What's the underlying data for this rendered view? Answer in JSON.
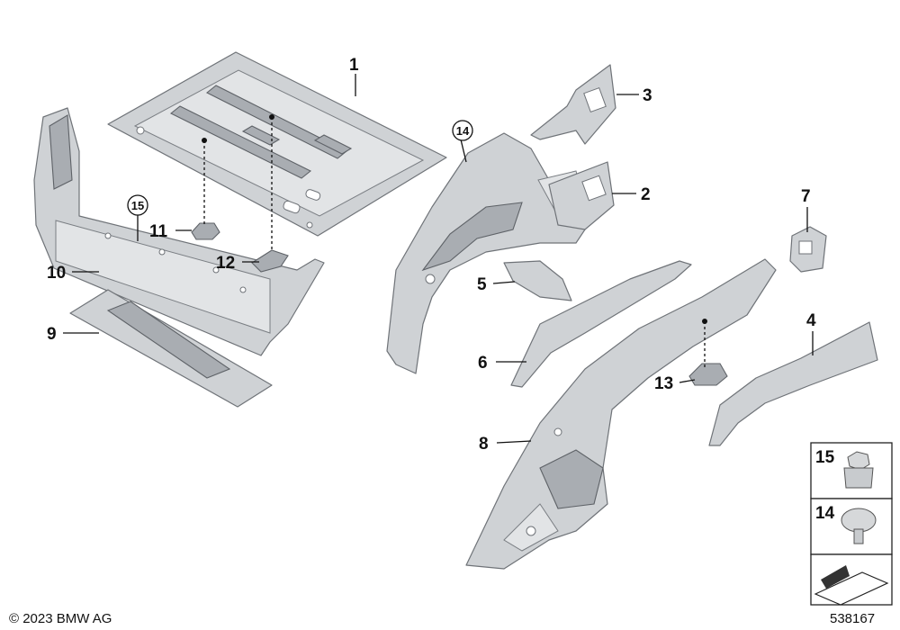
{
  "callouts": {
    "c1": "1",
    "c2": "2",
    "c3": "3",
    "c4": "4",
    "c5": "5",
    "c6": "6",
    "c7": "7",
    "c8": "8",
    "c9": "9",
    "c10": "10",
    "c11": "11",
    "c12": "12",
    "c13": "13",
    "c14": "14",
    "c15": "15"
  },
  "legend": {
    "item_top": "15",
    "item_bottom": "14"
  },
  "footer": {
    "copyright": "© 2023 BMW AG",
    "diagram_id": "538167"
  }
}
